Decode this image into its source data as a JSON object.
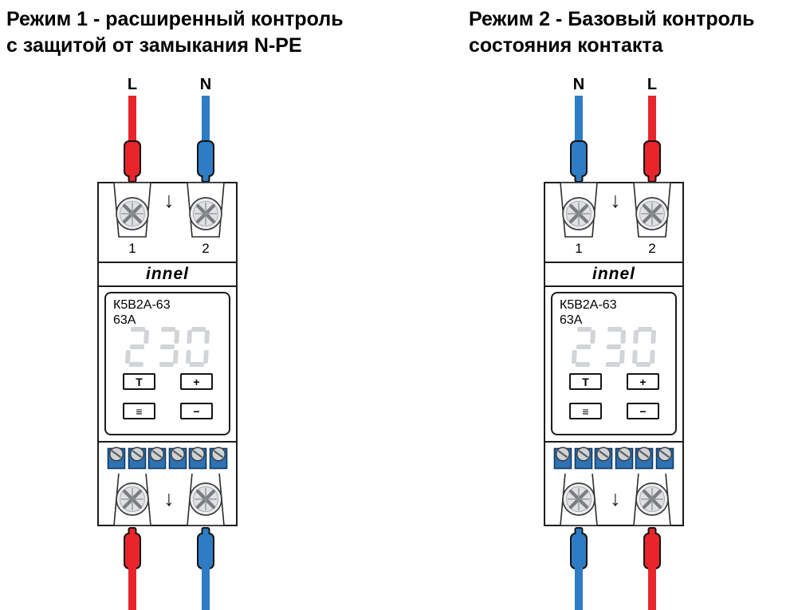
{
  "page": {
    "background": "#ffffff"
  },
  "colors": {
    "phase_red": "#e8252b",
    "neutral_blue": "#2e7cc3",
    "display_gray": "#d2d5d7"
  },
  "diagrams": [
    {
      "title_line1": "Режим 1 - расширенный контроль",
      "title_line2": "с защитой от замыкания N-PE",
      "top_wires": [
        {
          "label": "L",
          "color": "#e8252b"
        },
        {
          "label": "N",
          "color": "#2e7cc3"
        }
      ],
      "bottom_wires": [
        {
          "color": "#e8252b"
        },
        {
          "color": "#2e7cc3"
        }
      ],
      "device": {
        "terminal_numbers": [
          "1",
          "2"
        ],
        "brand": "innel",
        "model": "К5В2А-63",
        "rating": "63А",
        "display_value": "230",
        "buttons": [
          "T",
          "+",
          "≡",
          "−"
        ]
      }
    },
    {
      "title_line1": "Режим 2 - Базовый контроль",
      "title_line2": "состояния контакта",
      "top_wires": [
        {
          "label": "N",
          "color": "#2e7cc3"
        },
        {
          "label": "L",
          "color": "#e8252b"
        }
      ],
      "bottom_wires": [
        {
          "color": "#2e7cc3"
        },
        {
          "color": "#e8252b"
        }
      ],
      "device": {
        "terminal_numbers": [
          "1",
          "2"
        ],
        "brand": "innel",
        "model": "К5В2А-63",
        "rating": "63А",
        "display_value": "230",
        "buttons": [
          "T",
          "+",
          "≡",
          "−"
        ]
      }
    }
  ]
}
